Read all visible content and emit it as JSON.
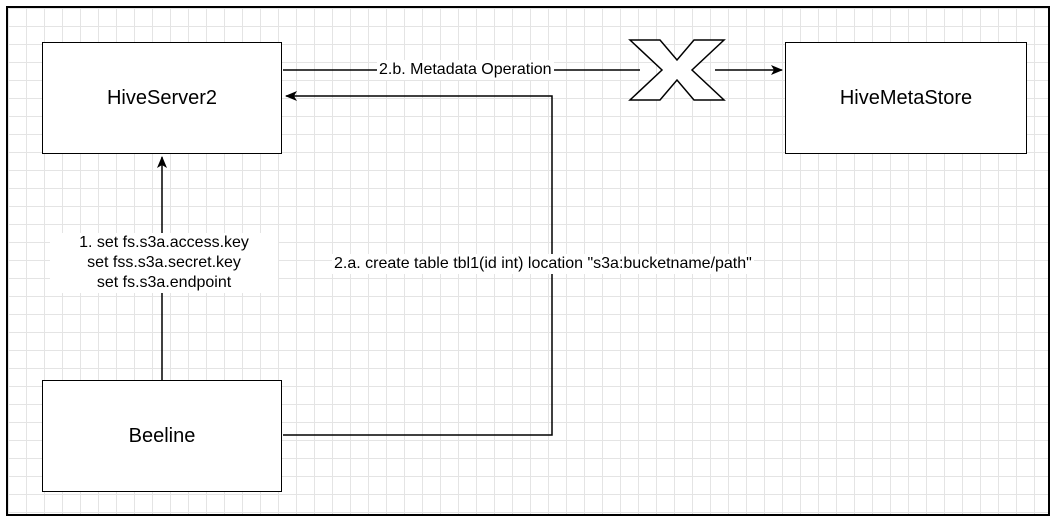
{
  "nodes": {
    "hiveserver2": "HiveServer2",
    "hivemetastore": "HiveMetaStore",
    "beeline": "Beeline"
  },
  "edges": {
    "metadata_operation": "2.b. Metadata Operation",
    "create_table": "2.a. create table tbl1(id int) location \"s3a:bucketname/path\"",
    "set_config": [
      "1. set fs.s3a.access.key",
      "set fss.s3a.secret.key",
      "set fs.s3a.endpoint"
    ]
  },
  "icons": {
    "blocked": "x-cross-icon"
  }
}
